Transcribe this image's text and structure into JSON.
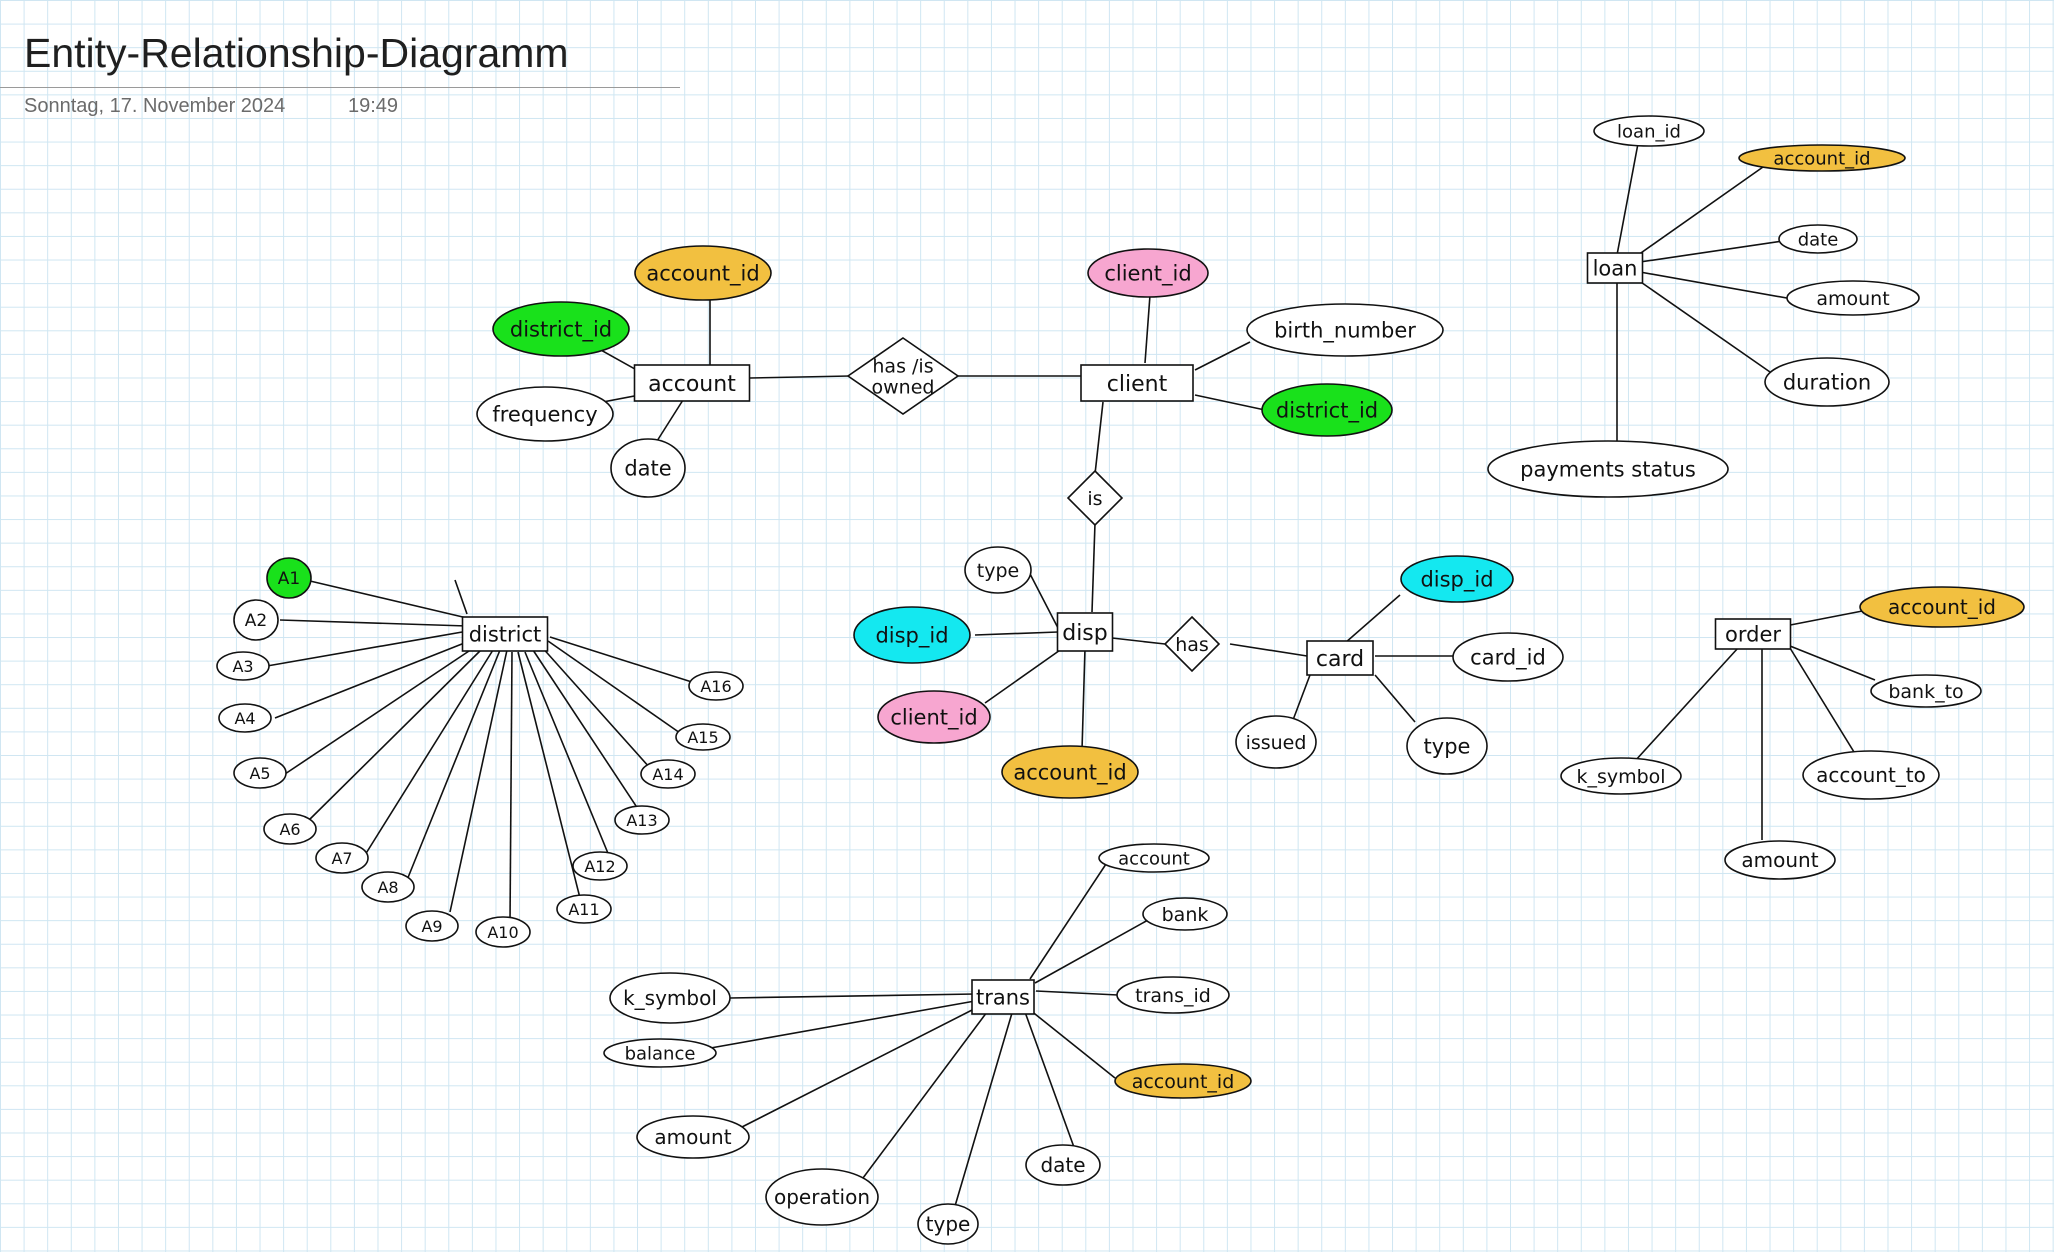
{
  "page": {
    "title": "Entity-Relationship-Diagramm",
    "date": "Sonntag, 17. November 2024",
    "time": "19:49"
  },
  "colors": {
    "background": "#ffffff",
    "grid": "#cfe6f2",
    "stroke": "#111111",
    "orange": "#f2c040",
    "green": "#19e11b",
    "pink": "#f7a6d0",
    "cyan": "#14e8f0"
  },
  "diagram": {
    "entities": {
      "account": "account",
      "client": "client",
      "disp": "disp",
      "card": "card",
      "district": "district",
      "loan": "loan",
      "order": "order",
      "trans": "trans"
    },
    "relationships": {
      "has_is_owned_line1": "has /is",
      "has_is_owned_line2": "owned",
      "is": "is",
      "has": "has"
    },
    "attributes": {
      "account_account_id": "account_id",
      "account_district_id": "district_id",
      "account_frequency": "frequency",
      "account_date": "date",
      "client_client_id": "client_id",
      "client_birth_number": "birth_number",
      "client_district_id": "district_id",
      "disp_type": "type",
      "disp_disp_id": "disp_id",
      "disp_client_id": "client_id",
      "disp_account_id": "account_id",
      "card_disp_id": "disp_id",
      "card_card_id": "card_id",
      "card_issued": "issued",
      "card_type": "type",
      "loan_loan_id": "loan_id",
      "loan_account_id": "account_id",
      "loan_date": "date",
      "loan_amount": "amount",
      "loan_duration": "duration",
      "loan_payments_status": "payments status",
      "order_account_id": "account_id",
      "order_bank_to": "bank_to",
      "order_account_to": "account_to",
      "order_amount": "amount",
      "order_k_symbol": "k_symbol",
      "trans_account": "account",
      "trans_bank": "bank",
      "trans_trans_id": "trans_id",
      "trans_account_id": "account_id",
      "trans_date": "date",
      "trans_type": "type",
      "trans_operation": "operation",
      "trans_amount": "amount",
      "trans_balance": "balance",
      "trans_k_symbol": "k_symbol",
      "district_A1": "A1",
      "district_A2": "A2",
      "district_A3": "A3",
      "district_A4": "A4",
      "district_A5": "A5",
      "district_A6": "A6",
      "district_A7": "A7",
      "district_A8": "A8",
      "district_A9": "A9",
      "district_A10": "A10",
      "district_A11": "A11",
      "district_A12": "A12",
      "district_A13": "A13",
      "district_A14": "A14",
      "district_A15": "A15",
      "district_A16": "A16"
    }
  }
}
